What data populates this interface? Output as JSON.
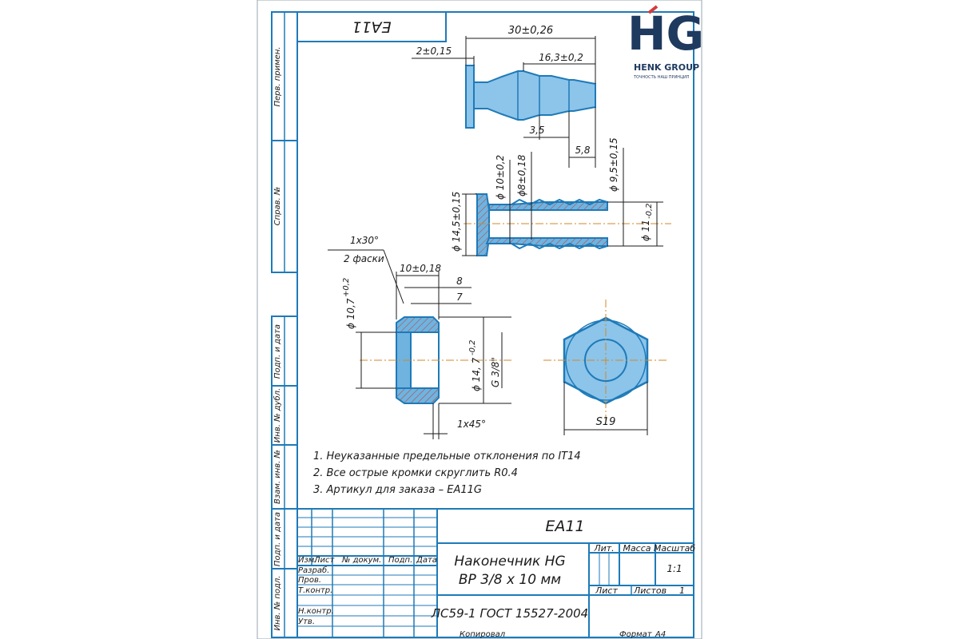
{
  "logo": {
    "letters": "HG",
    "company": "HENK GROUP",
    "slogan": "ТОЧНОСТЬ НАШ ПРИНЦИП"
  },
  "colors": {
    "frame": "#1e7ab8",
    "part_fill": "#6fb3e0",
    "centerline": "#d28a2a",
    "logo_navy": "#1f3a5f",
    "logo_red": "#d63a3a"
  },
  "corner_code": "EA11",
  "side_labels": [
    "Перв. примен.",
    "Справ. №",
    "Подп. и дата",
    "Инв. № дубл.",
    "Взам. инв. №",
    "Подп. и дата",
    "Инв. № подл."
  ],
  "dimensions": {
    "top_view": {
      "overall": "30±0,26",
      "flange": "2±0,15",
      "barb_length": "16,3±0,2",
      "pitch": "3,5",
      "tip": "5,8"
    },
    "section": {
      "d10": "ϕ 10±0,2",
      "d8": "ϕ8±0,18",
      "d95": "ϕ 9,5±0,15",
      "d145": "ϕ 14,5±0,15",
      "d11": "ϕ 11",
      "d11_tol": "-0,2"
    },
    "nut": {
      "chamfer": "1x30°",
      "chamfer_note": "2 фаски",
      "width": "10±0,18",
      "len8": "8",
      "len7": "7",
      "d107": "ϕ 10,7",
      "d107_tol": "+0,2",
      "d147": "ϕ 14, 7",
      "d147_tol": "-0,2",
      "thread": "G 3/8\"",
      "chamfer45": "1x45°"
    },
    "hex": {
      "size": "S19"
    }
  },
  "notes": [
    "1. Неуказанные предельные отклонения по IT14",
    "2. Все острые кромки скруглить R0.4",
    "3. Артикул для заказа – EA11G"
  ],
  "title_block": {
    "designation": "EA11",
    "name_line1": "Наконечник HG",
    "name_line2": "ВР 3/8 х 10 мм",
    "material": "ЛС59-1 ГОСТ 15527-2004",
    "col_headers": [
      "Изм.",
      "Лист",
      "№ докум.",
      "Подп.",
      "Дата"
    ],
    "row_labels": [
      "Разраб.",
      "Пров.",
      "Т.контр.",
      "",
      "Н.контр.",
      "Утв."
    ],
    "lit_label": "Лит.",
    "mass_label": "Масса",
    "scale_label": "Масштаб",
    "scale_value": "1:1",
    "sheet_label": "Лист",
    "sheets_label": "Листов",
    "sheets_value": "1",
    "copied_label": "Копировал",
    "format_label": "Формат",
    "format_value": "A4"
  }
}
